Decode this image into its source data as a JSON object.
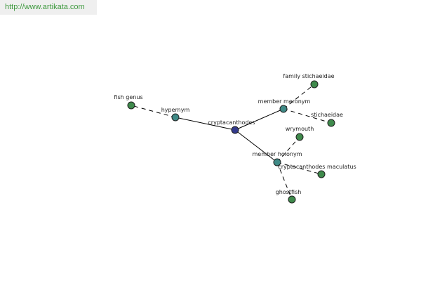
{
  "header": {
    "url": "http://www.artikata.com"
  },
  "colors": {
    "center_node": "#333a8c",
    "relation_node": "#3f8a86",
    "leaf_node": "#3f8a4c",
    "node_stroke": "#1f1f1f",
    "edge": "#000000",
    "url_text": "#3f9a3f"
  },
  "graph": {
    "nodes": {
      "center": {
        "label": "cryptacanthodes"
      },
      "hypernym": {
        "label": "hypernym"
      },
      "member_meronym": {
        "label": "member meronym"
      },
      "member_holonym": {
        "label": "member holonym"
      },
      "fish_genus": {
        "label": "fish genus"
      },
      "family_stichaeidae": {
        "label": "family stichaeidae"
      },
      "stichaeidae": {
        "label": "stichaeidae"
      },
      "wrymouth": {
        "label": "wrymouth"
      },
      "cryptacanthodes_maculatus": {
        "label": "cryptacanthodes maculatus"
      },
      "ghostfish": {
        "label": "ghostfish"
      }
    }
  }
}
